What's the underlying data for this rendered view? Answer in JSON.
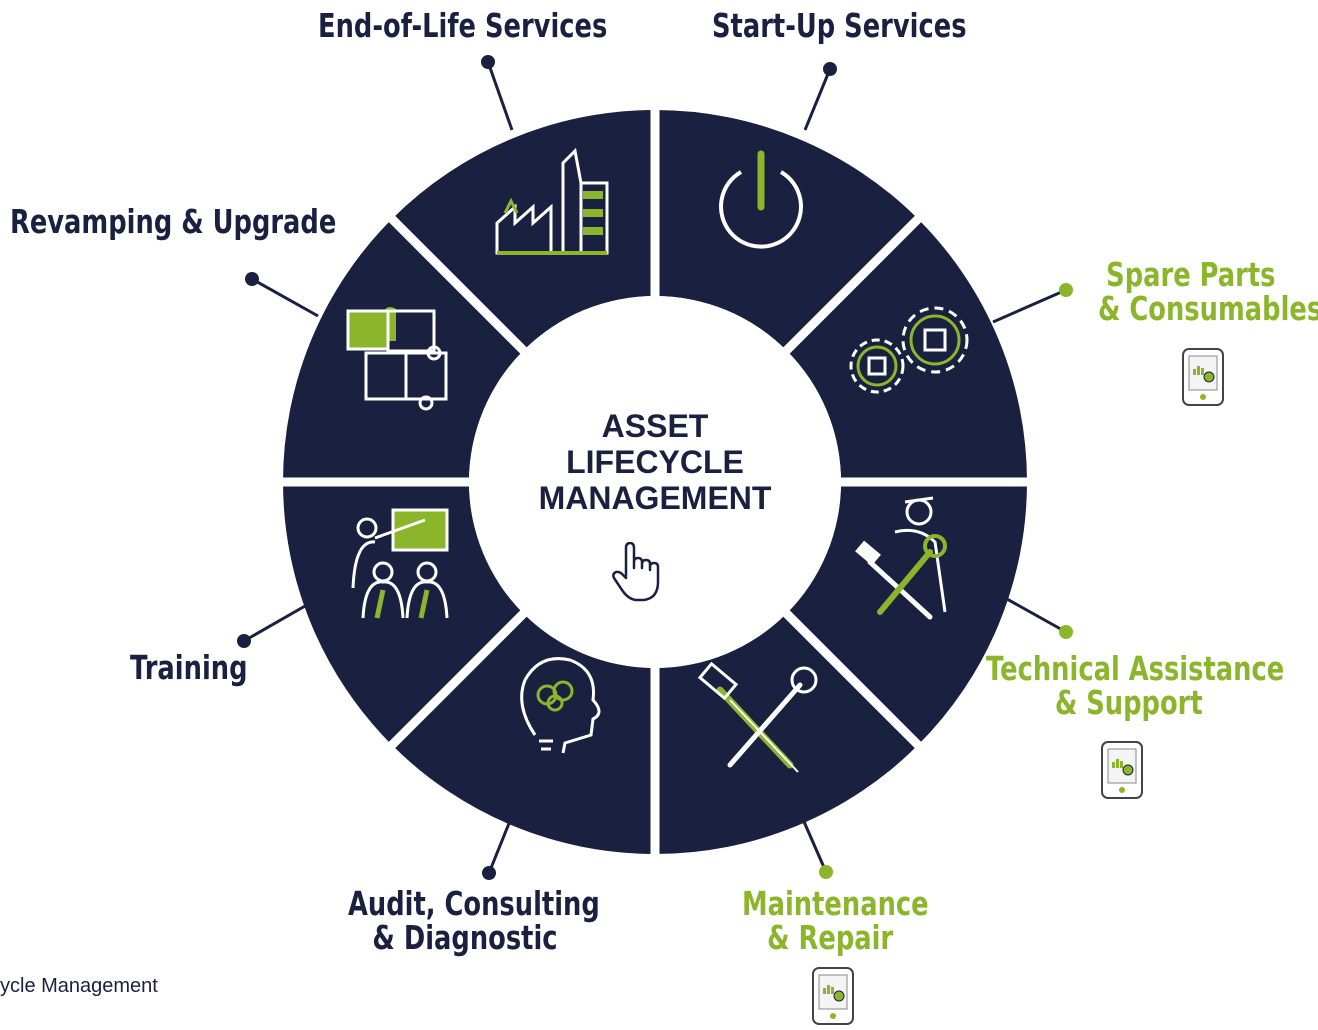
{
  "center": {
    "line1": "ASSET",
    "line2": "LIFECYCLE",
    "line3": "MANAGEMENT"
  },
  "services": {
    "end_of_life": "End-of-Life Services",
    "start_up": "Start-Up Services",
    "revamping": "Revamping & Upgrade",
    "spare_parts": {
      "line1": "Spare Parts",
      "line2": "& Consumables"
    },
    "technical": {
      "line1": "Technical Assistance",
      "line2": "& Support"
    },
    "maintenance": {
      "line1": "Maintenance",
      "line2": "& Repair"
    },
    "audit": {
      "line1": "Audit, Consulting",
      "line2": "& Diagnostic"
    },
    "training": "Training"
  },
  "footer_text": "ycle Management",
  "colors": {
    "navy": "#1a2140",
    "green": "#8bb52b",
    "white": "#ffffff"
  },
  "icons": {
    "segments": [
      "power-icon",
      "gears-icon",
      "mechanic-icon",
      "hammer-wrench-icon",
      "lightbulb-icon",
      "presentation-icon",
      "puzzle-icon",
      "factory-icon"
    ],
    "center": "pointer-hand-icon",
    "digital": "tablet-dashboard-icon"
  }
}
